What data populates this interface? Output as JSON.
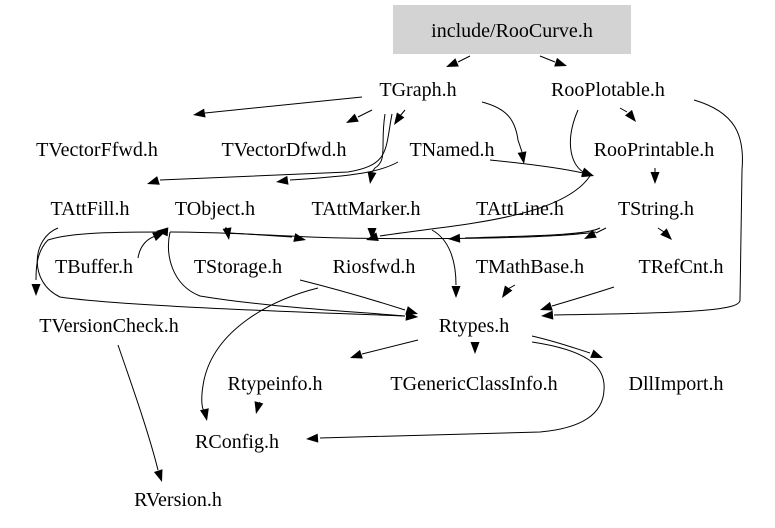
{
  "diagram": {
    "root": "include/RooCurve.h",
    "colors": {
      "root_fill": "#d3d3d3",
      "text": "#000000",
      "edge": "#000000",
      "background": "#ffffff"
    },
    "nodes": [
      {
        "id": "roocurve",
        "label": "include/RooCurve.h"
      },
      {
        "id": "tgraph",
        "label": "TGraph.h"
      },
      {
        "id": "rooplotable",
        "label": "RooPlotable.h"
      },
      {
        "id": "tvectorffwd",
        "label": "TVectorFfwd.h"
      },
      {
        "id": "tvectordfwd",
        "label": "TVectorDfwd.h"
      },
      {
        "id": "tnamed",
        "label": "TNamed.h"
      },
      {
        "id": "rooprintable",
        "label": "RooPrintable.h"
      },
      {
        "id": "tattfill",
        "label": "TAttFill.h"
      },
      {
        "id": "tobject",
        "label": "TObject.h"
      },
      {
        "id": "tattmarker",
        "label": "TAttMarker.h"
      },
      {
        "id": "tattline",
        "label": "TAttLine.h"
      },
      {
        "id": "tstring",
        "label": "TString.h"
      },
      {
        "id": "tbuffer",
        "label": "TBuffer.h"
      },
      {
        "id": "tstorage",
        "label": "TStorage.h"
      },
      {
        "id": "riosfwd",
        "label": "Riosfwd.h"
      },
      {
        "id": "tmathbase",
        "label": "TMathBase.h"
      },
      {
        "id": "trefcnt",
        "label": "TRefCnt.h"
      },
      {
        "id": "tversioncheck",
        "label": "TVersionCheck.h"
      },
      {
        "id": "rtypes",
        "label": "Rtypes.h"
      },
      {
        "id": "rtypeinfo",
        "label": "Rtypeinfo.h"
      },
      {
        "id": "tgenericclassinfo",
        "label": "TGenericClassInfo.h"
      },
      {
        "id": "dllimport",
        "label": "DllImport.h"
      },
      {
        "id": "rconfig",
        "label": "RConfig.h"
      },
      {
        "id": "rversion",
        "label": "RVersion.h"
      }
    ],
    "edges": [
      {
        "from": "roocurve",
        "to": "tgraph"
      },
      {
        "from": "roocurve",
        "to": "rooplotable"
      },
      {
        "from": "tgraph",
        "to": "tvectorffwd"
      },
      {
        "from": "tgraph",
        "to": "tvectordfwd"
      },
      {
        "from": "tgraph",
        "to": "tnamed"
      },
      {
        "from": "tgraph",
        "to": "tattline"
      },
      {
        "from": "tgraph",
        "to": "tattfill"
      },
      {
        "from": "tgraph",
        "to": "tattmarker"
      },
      {
        "from": "rooplotable",
        "to": "rooprintable"
      },
      {
        "from": "rooplotable",
        "to": "tstring"
      },
      {
        "from": "rooplotable",
        "to": "rtypes"
      },
      {
        "from": "tnamed",
        "to": "tobject"
      },
      {
        "from": "tnamed",
        "to": "tstring"
      },
      {
        "from": "rooprintable",
        "to": "tstring"
      },
      {
        "from": "rooprintable",
        "to": "riosfwd"
      },
      {
        "from": "tattfill",
        "to": "rtypes"
      },
      {
        "from": "tobject",
        "to": "tstorage"
      },
      {
        "from": "tobject",
        "to": "riosfwd"
      },
      {
        "from": "tobject",
        "to": "rtypes"
      },
      {
        "from": "tobject",
        "to": "tversioncheck"
      },
      {
        "from": "tattmarker",
        "to": "riosfwd"
      },
      {
        "from": "tattmarker",
        "to": "rtypes"
      },
      {
        "from": "tstring",
        "to": "tmathbase"
      },
      {
        "from": "tstring",
        "to": "trefcnt"
      },
      {
        "from": "tstring",
        "to": "riosfwd"
      },
      {
        "from": "tstring",
        "to": "tobject"
      },
      {
        "from": "tbuffer",
        "to": "tobject"
      },
      {
        "from": "tstorage",
        "to": "rtypes"
      },
      {
        "from": "riosfwd",
        "to": "rconfig"
      },
      {
        "from": "tmathbase",
        "to": "rtypes"
      },
      {
        "from": "trefcnt",
        "to": "rtypes"
      },
      {
        "from": "rtypes",
        "to": "rtypeinfo"
      },
      {
        "from": "rtypes",
        "to": "tgenericclassinfo"
      },
      {
        "from": "rtypes",
        "to": "dllimport"
      },
      {
        "from": "rtypes",
        "to": "rconfig"
      },
      {
        "from": "rtypeinfo",
        "to": "rconfig"
      },
      {
        "from": "tversioncheck",
        "to": "rversion"
      }
    ]
  }
}
